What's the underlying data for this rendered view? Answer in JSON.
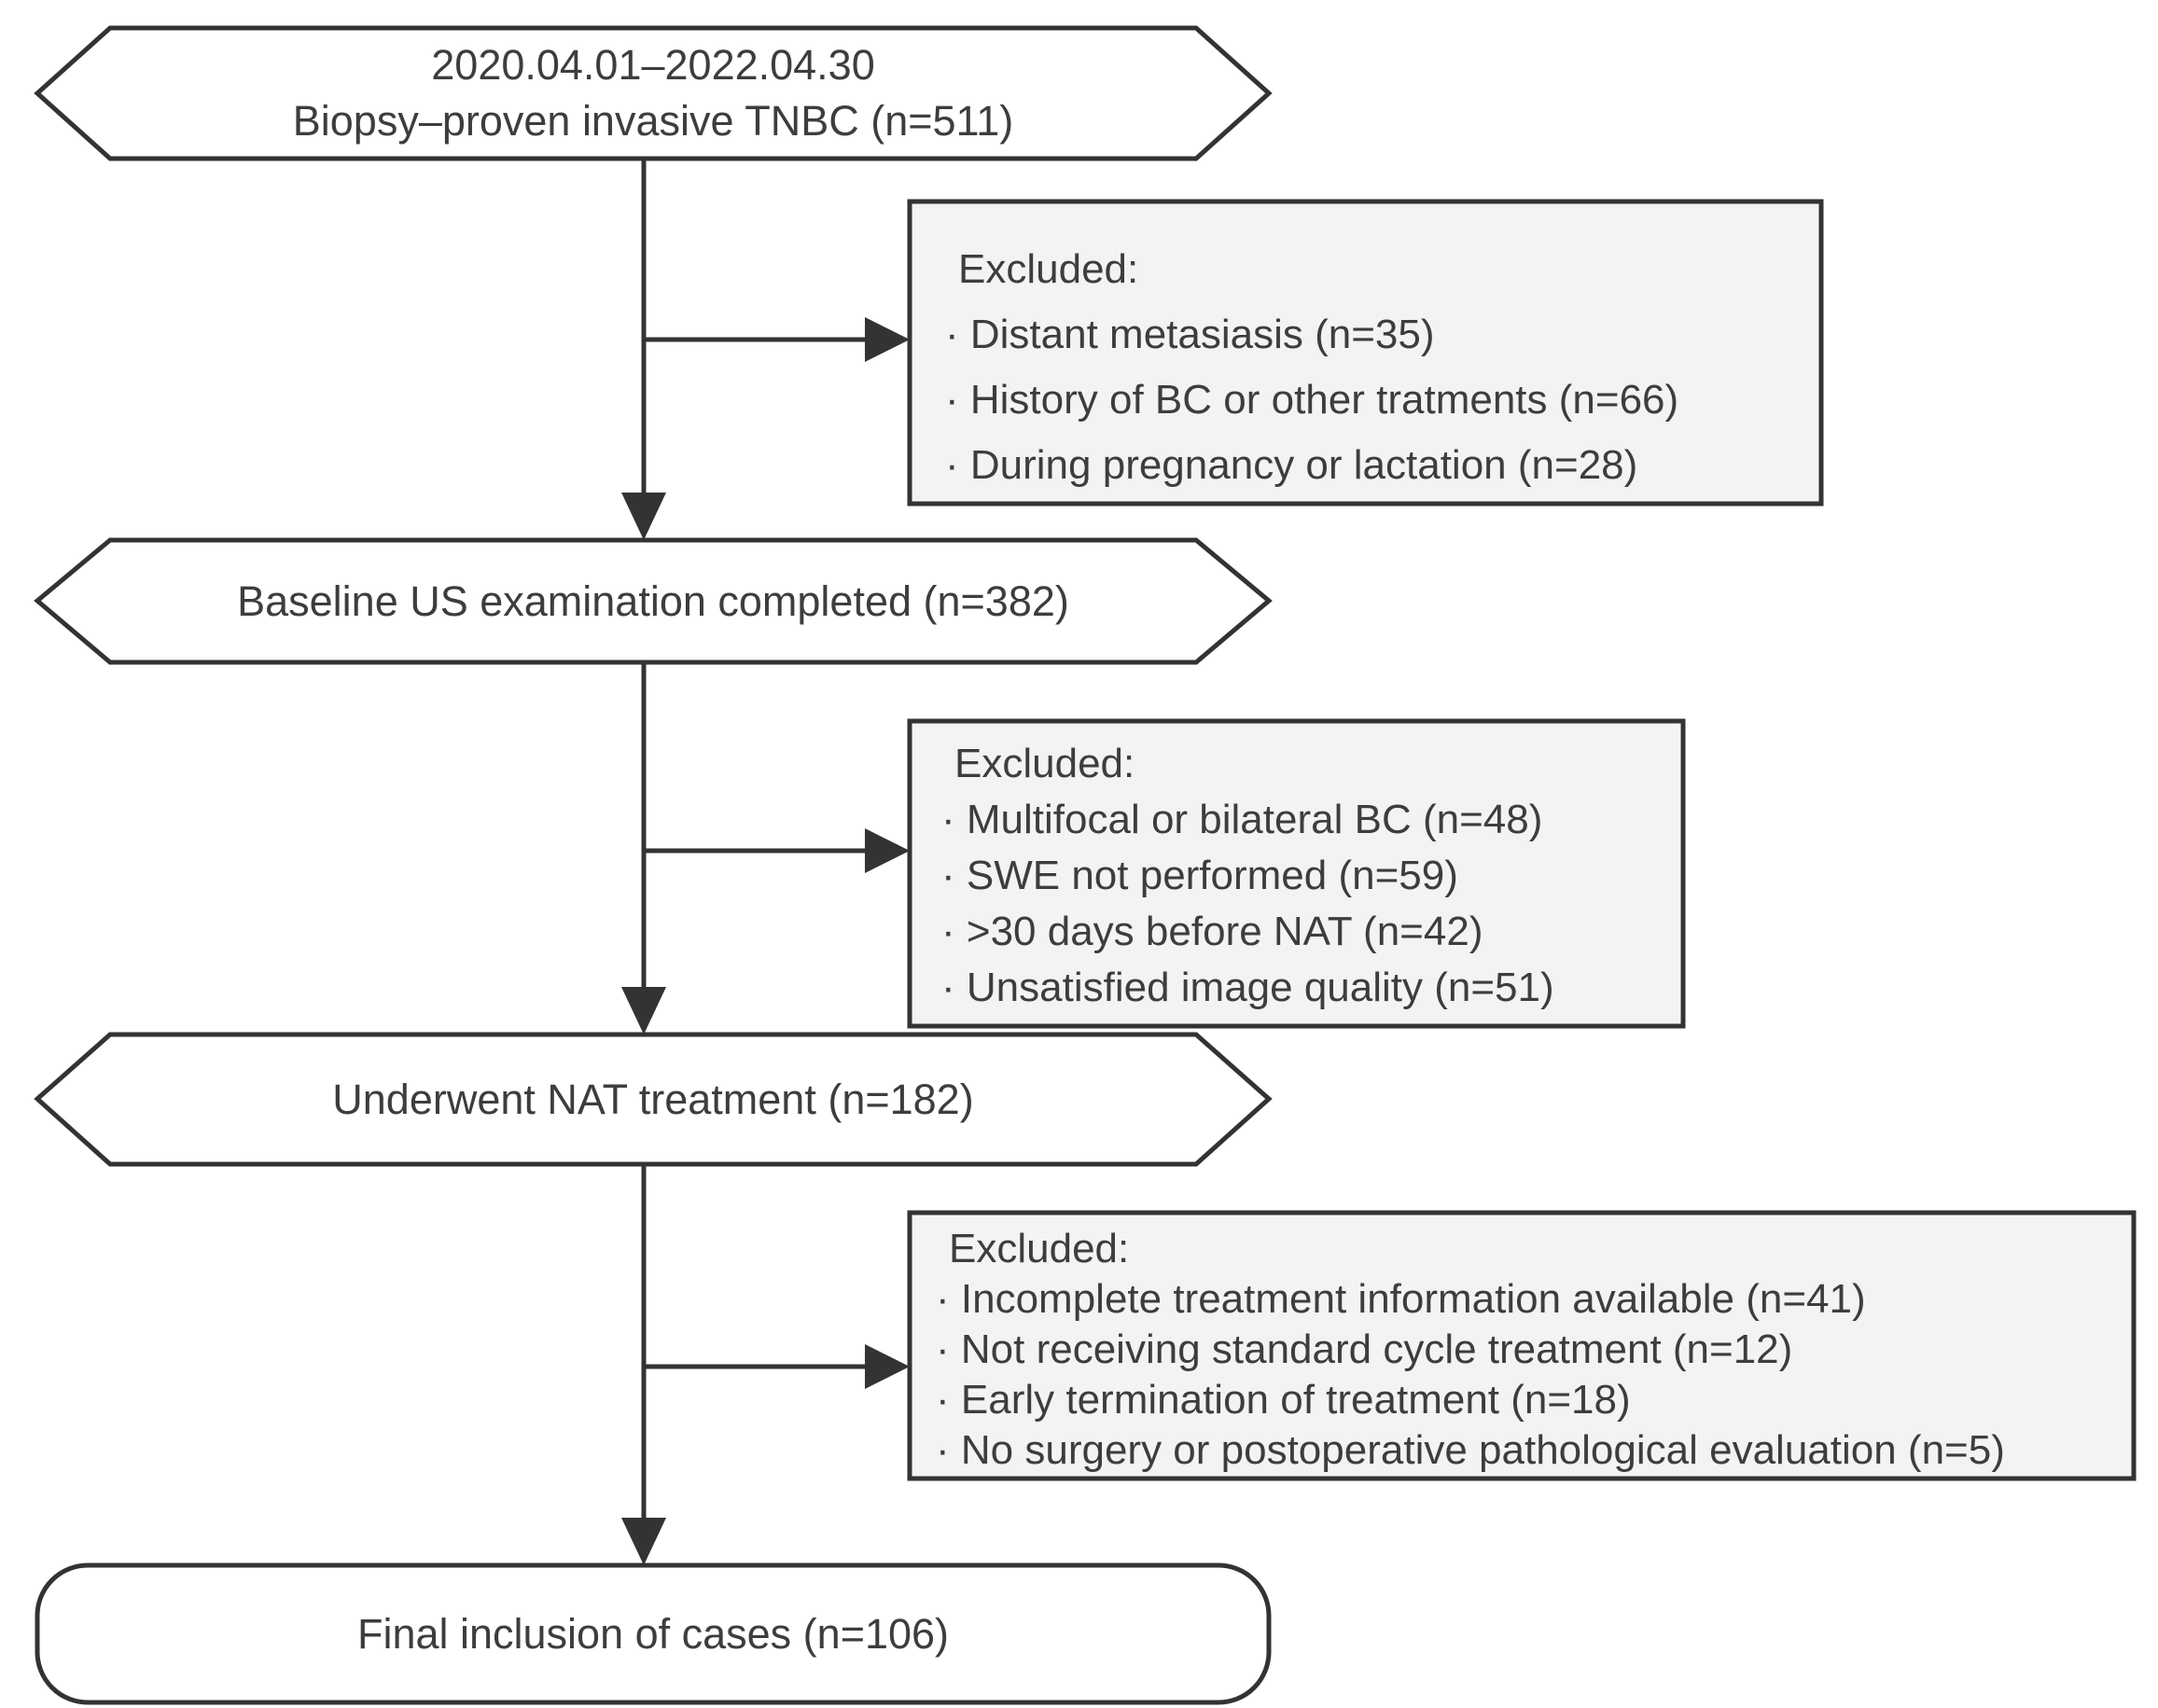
{
  "colors": {
    "background": "#ffffff",
    "node_fill": "#ffffff",
    "exclusion_fill": "#f3f3f3",
    "border": "#333333",
    "text": "#3d3d3d",
    "arrow": "#333333"
  },
  "flowchart": {
    "stages": [
      {
        "line1": "2020.04.01–2022.04.30",
        "line2": "Biopsy–proven invasive TNBC (n=511)"
      },
      {
        "line1": "Baseline US examination completed (n=382)"
      },
      {
        "line1": "Underwent NAT treatment (n=182)"
      },
      {
        "line1": "Final inclusion of cases (n=106)"
      }
    ],
    "exclusions": [
      {
        "header": "Excluded:",
        "items": [
          "· Distant metasiasis (n=35)",
          "· History of BC or other tratments (n=66)",
          "· During pregnancy or lactation (n=28)"
        ]
      },
      {
        "header": "Excluded:",
        "items": [
          "· Multifocal or bilateral BC (n=48)",
          "· SWE not performed (n=59)",
          "· >30 days before NAT (n=42)",
          "· Unsatisfied image quality (n=51)"
        ]
      },
      {
        "header": "Excluded:",
        "items": [
          "· Incomplete treatment information available (n=41)",
          "· Not receiving standard cycle treatment (n=12)",
          "· Early termination of treatment (n=18)",
          "· No surgery or postoperative pathological evaluation (n=5)"
        ]
      }
    ]
  }
}
